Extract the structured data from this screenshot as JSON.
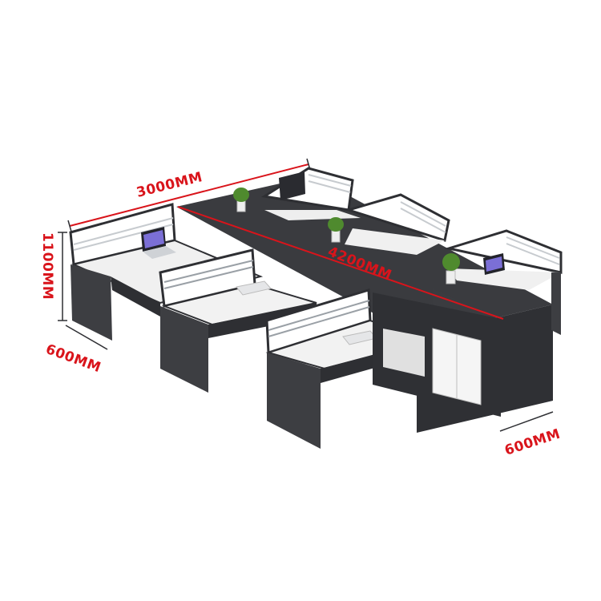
{
  "dimensions": {
    "overall_width": "3000MM",
    "total_length": "4200MM",
    "height": "1100MM",
    "desk_depth": "600MM",
    "cabinet_depth": "600MM"
  },
  "colors": {
    "dimension_line": "#d9141b",
    "desk_dark": "#3d3e42",
    "desk_top": "#f2f2f2",
    "panel_frame": "#2e2f33",
    "glass": "#c7cbcf",
    "plant": "#4f8a2e"
  }
}
